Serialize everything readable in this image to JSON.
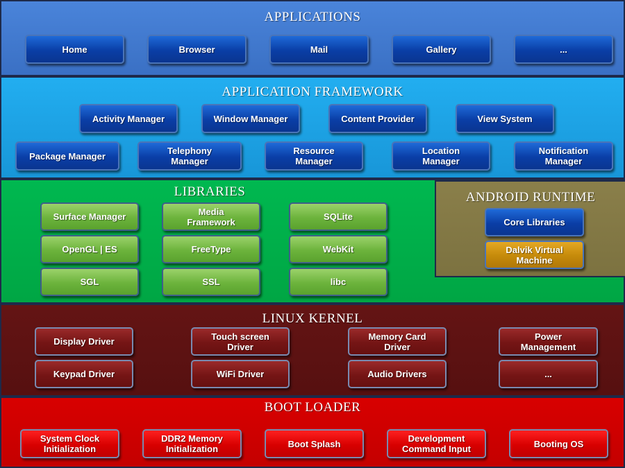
{
  "applications": {
    "title": "APPLICATIONS",
    "items": [
      "Home",
      "Browser",
      "Mail",
      "Gallery",
      "..."
    ]
  },
  "framework": {
    "title": "APPLICATION  FRAMEWORK",
    "row1": [
      "Activity Manager",
      "Window Manager",
      "Content Provider",
      "View System"
    ],
    "row2": [
      "Package Manager",
      "Telephony\nManager",
      "Resource\nManager",
      "Location\nManager",
      "Notification\nManager"
    ]
  },
  "libraries": {
    "title": "LIBRARIES",
    "items": [
      "Surface Manager",
      "Media\nFramework",
      "SQLite",
      "OpenGL | ES",
      "FreeType",
      "WebKit",
      "SGL",
      "SSL",
      "libc"
    ]
  },
  "runtime": {
    "title": "ANDROID  RUNTIME",
    "items": [
      "Core Libraries",
      "Dalvik Virtual\nMachine"
    ]
  },
  "kernel": {
    "title": "LINUX  KERNEL",
    "items": [
      "Display Driver",
      "Touch screen\nDriver",
      "Memory Card\nDriver",
      "Power\nManagement",
      "Keypad Driver",
      "WiFi Driver",
      "Audio Drivers",
      "..."
    ]
  },
  "bootloader": {
    "title": "BOOT  LOADER",
    "items": [
      "System Clock\nInitialization",
      "DDR2 Memory\nInitialization",
      "Boot Splash",
      "Development\nCommand Input",
      "Booting OS"
    ]
  },
  "colors": {
    "applications_bg": "#3f7ad0",
    "framework_bg": "#1ea8e8",
    "libraries_bg": "#00b04a",
    "runtime_bg": "#857a46",
    "kernel_bg": "#5c1010",
    "bootloader_bg": "#d00000"
  }
}
